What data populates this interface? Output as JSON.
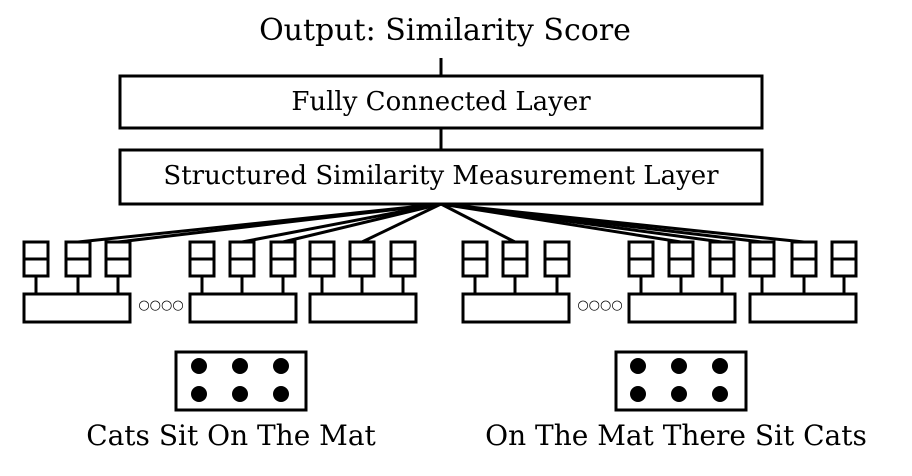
{
  "output_label": "Output: Similarity Score",
  "fc_layer_label": "Fully Connected Layer",
  "ssm_layer_label": "Structured Similarity Measurement Layer",
  "ellipsis": "○○○○",
  "left_sentence": "Cats Sit On The Mat",
  "right_sentence": "On The Mat There Sit Cats"
}
